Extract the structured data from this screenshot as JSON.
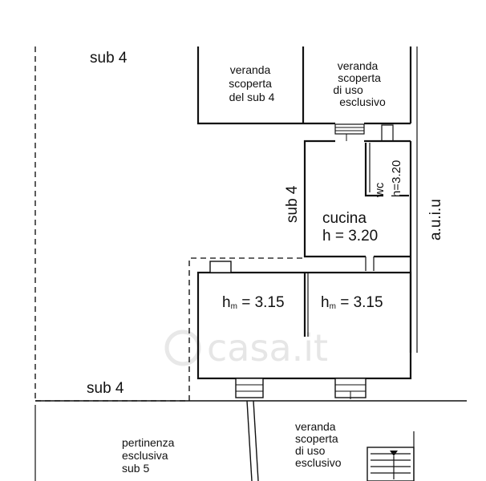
{
  "labels": {
    "sub4_top": "sub 4",
    "sub4_bottom": "sub 4",
    "sub4_vertical": "sub 4",
    "veranda_left": [
      "veranda",
      "scoperta",
      "del sub 4"
    ],
    "veranda_right": [
      "veranda",
      "scoperta",
      "di uso",
      "esclusivo"
    ],
    "veranda_bottom": [
      "veranda",
      "scoperta",
      "di uso",
      "esclusivo"
    ],
    "wc": "wc",
    "wc_height": "h=3.20",
    "kitchen": "cucina",
    "kitchen_height": "h = 3.20",
    "room_left_h": "h",
    "room_left_sub": "m",
    "room_left_value": " = 3.15",
    "room_right_h": "h",
    "room_right_sub": "m",
    "room_right_value": " = 3.15",
    "aiu": "a.u.i.u",
    "pertinenza": [
      "pertinenza",
      "esclusiva",
      "sub 5"
    ]
  },
  "watermark": "casa.it",
  "colors": {
    "lines": "#111111",
    "watermark": "#e6e6e6"
  }
}
